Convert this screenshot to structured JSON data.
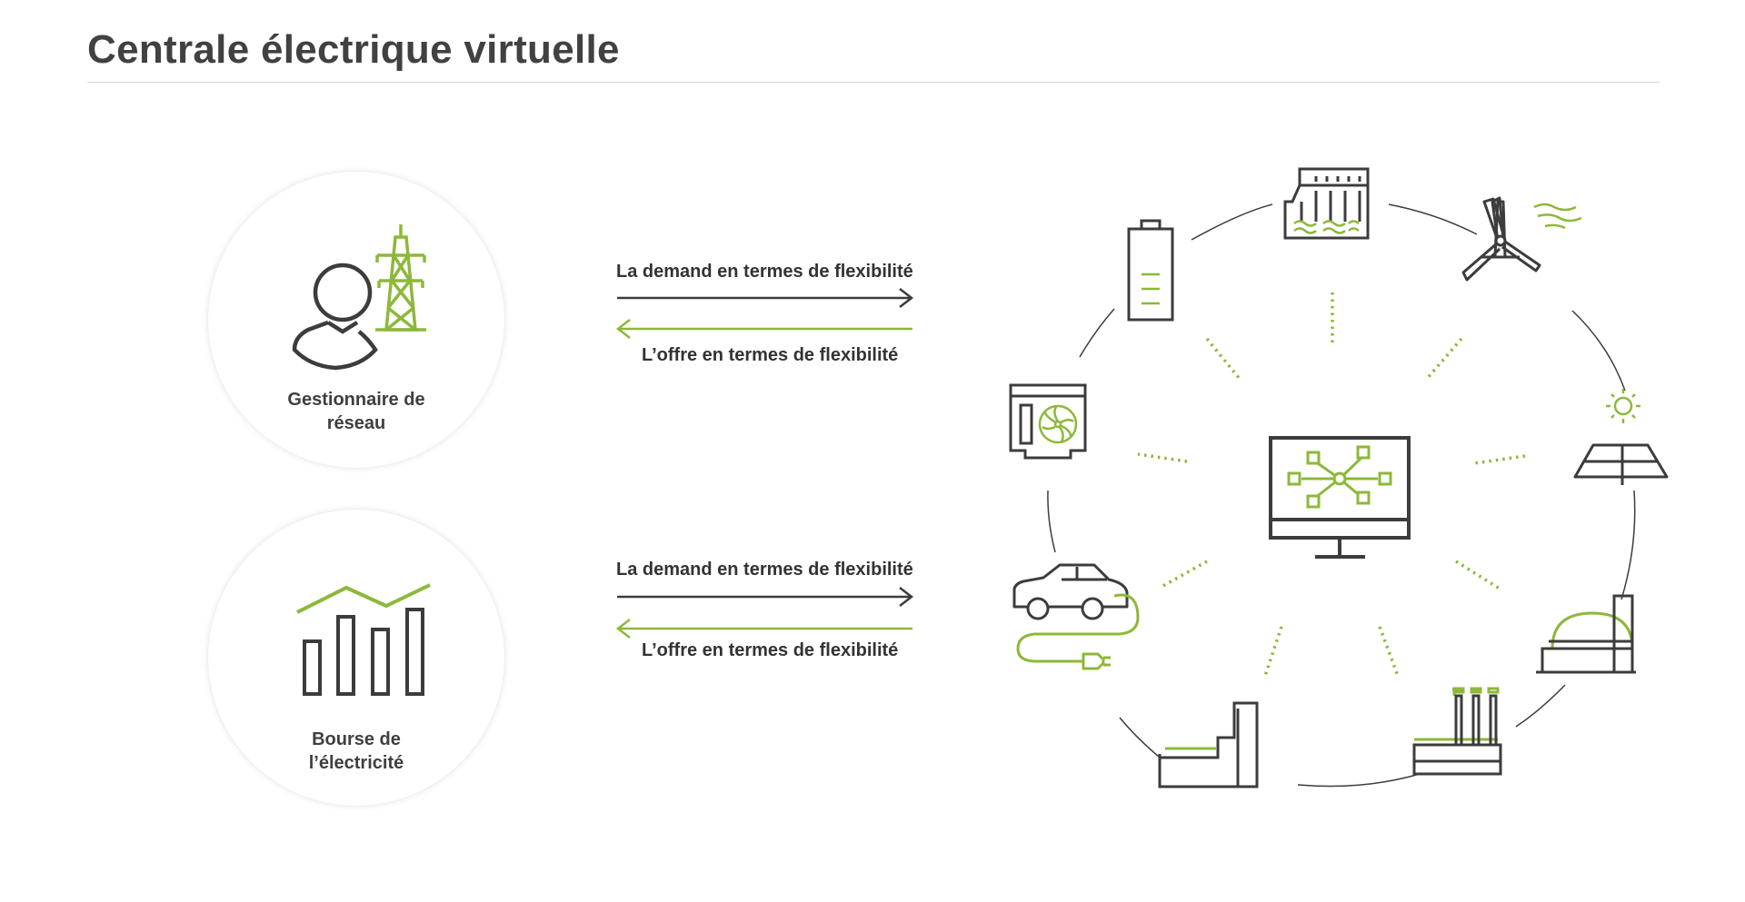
{
  "title": "Centrale électrique virtuelle",
  "actors": [
    {
      "label_line1": "Gestionnaire de",
      "label_line2": "réseau"
    },
    {
      "label_line1": "Bourse de",
      "label_line2": "l’électricité"
    }
  ],
  "flows": [
    {
      "demand": "La demand en termes de flexibilité",
      "offer": "L’offre en termes de flexibilité"
    },
    {
      "demand": "La demand en termes de flexibilité",
      "offer": "L’offre en termes de flexibilité"
    }
  ],
  "colors": {
    "accent": "#8db83a",
    "dark": "#3c3c3c",
    "title": "#414141"
  },
  "icons": {
    "actor1": [
      "person-icon",
      "power-pylon-icon"
    ],
    "actor2": "bar-chart-trend-icon",
    "hub": "control-monitor-network-icon",
    "assets": [
      "hydro-dam-icon",
      "wind-turbine-icon",
      "solar-panel-icon",
      "biogas-plant-icon",
      "factory-icon",
      "industrial-building-icon",
      "electric-car-icon",
      "heat-pump-icon",
      "battery-icon"
    ]
  }
}
